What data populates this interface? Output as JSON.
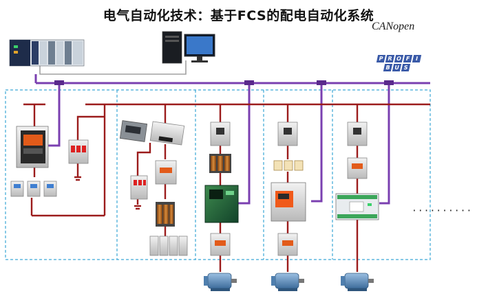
{
  "title": "电气自动化技术：基于FCS的配电自动化系统",
  "canopen_label": "CANopen",
  "profibus_logo": {
    "row1": [
      "P",
      "R",
      "O",
      "F",
      "I"
    ],
    "row2": [
      "B",
      "U",
      "S"
    ]
  },
  "continuation": "··········",
  "colors": {
    "fieldbus": "#7a3fb0",
    "power": "#9b1b1b",
    "panel_border": "#3aa7d6",
    "cable": "#999999"
  }
}
